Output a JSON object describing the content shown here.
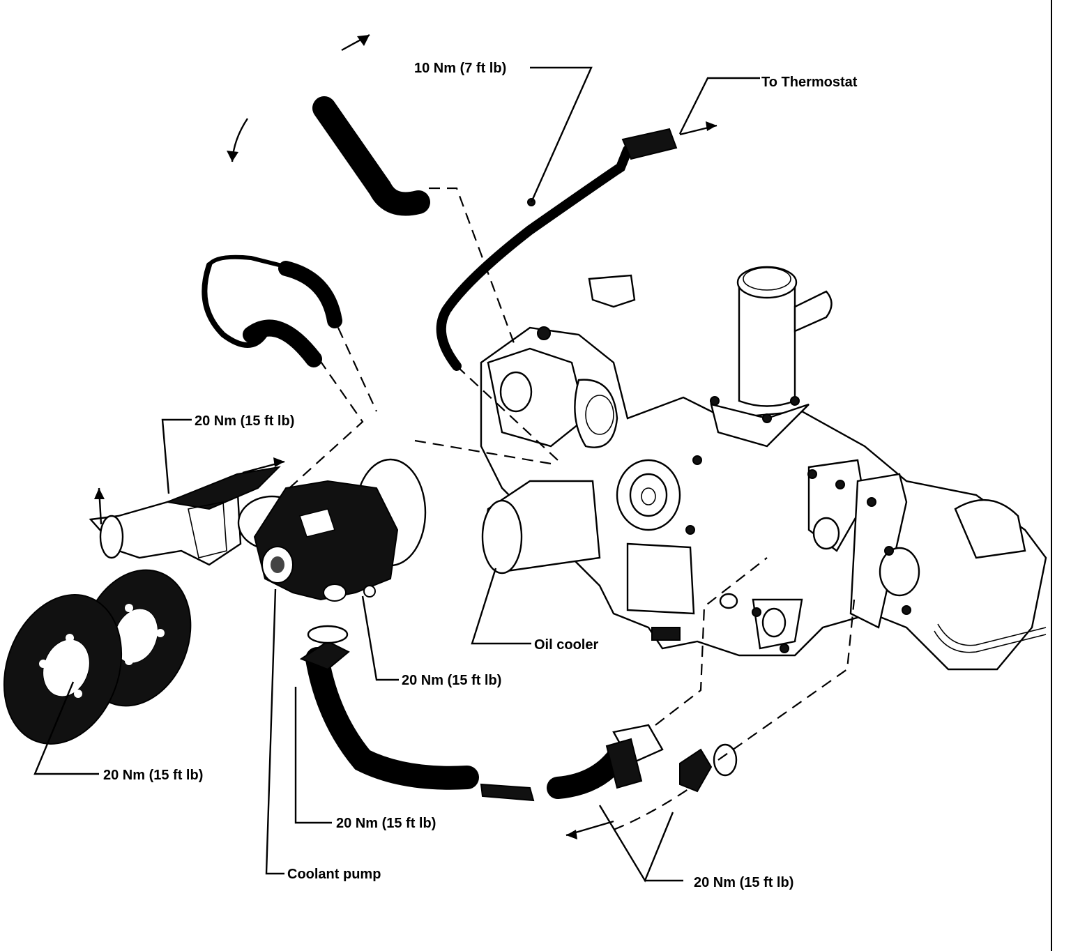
{
  "labels": {
    "torque_top": "10 Nm (7 ft lb)",
    "to_thermostat": "To Thermostat",
    "torque_housing": "20 Nm (15 ft lb)",
    "oil_cooler": "Oil cooler",
    "torque_pump_bolt": "20 Nm (15 ft lb)",
    "torque_pulley": "20 Nm (15 ft lb)",
    "torque_pipe_bolt": "20 Nm (15 ft lb)",
    "coolant_pump": "Coolant pump",
    "torque_flange": "20 Nm (15 ft lb)"
  }
}
